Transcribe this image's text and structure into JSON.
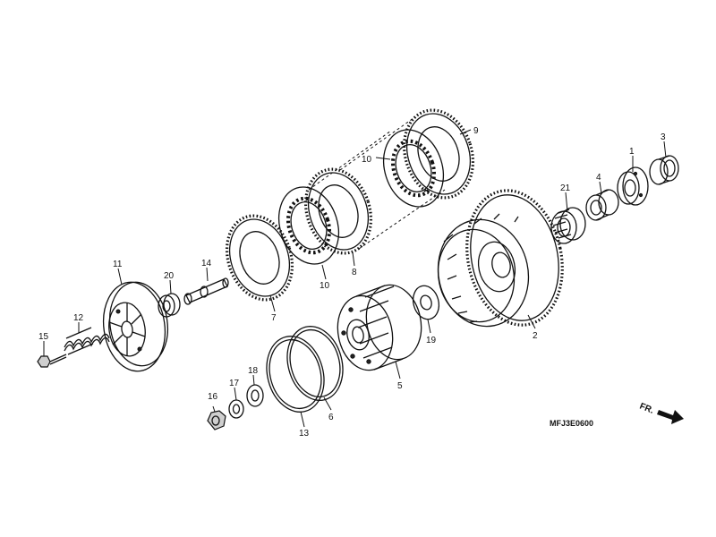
{
  "diagram_code": "MFJ3E0600",
  "direction": {
    "label": "FR."
  },
  "part_labels": [
    {
      "id": "p1",
      "text": "1"
    },
    {
      "id": "p2",
      "text": "2"
    },
    {
      "id": "p3",
      "text": "3"
    },
    {
      "id": "p4",
      "text": "4"
    },
    {
      "id": "p5",
      "text": "5"
    },
    {
      "id": "p6",
      "text": "6"
    },
    {
      "id": "p7",
      "text": "7"
    },
    {
      "id": "p8",
      "text": "8"
    },
    {
      "id": "p9",
      "text": "9"
    },
    {
      "id": "p10a",
      "text": "10"
    },
    {
      "id": "p10b",
      "text": "10"
    },
    {
      "id": "p11",
      "text": "11"
    },
    {
      "id": "p12",
      "text": "12"
    },
    {
      "id": "p13",
      "text": "13"
    },
    {
      "id": "p14",
      "text": "14"
    },
    {
      "id": "p15",
      "text": "15"
    },
    {
      "id": "p16",
      "text": "16"
    },
    {
      "id": "p17",
      "text": "17"
    },
    {
      "id": "p18",
      "text": "18"
    },
    {
      "id": "p19",
      "text": "19"
    },
    {
      "id": "p20",
      "text": "20"
    },
    {
      "id": "p21",
      "text": "21"
    }
  ]
}
